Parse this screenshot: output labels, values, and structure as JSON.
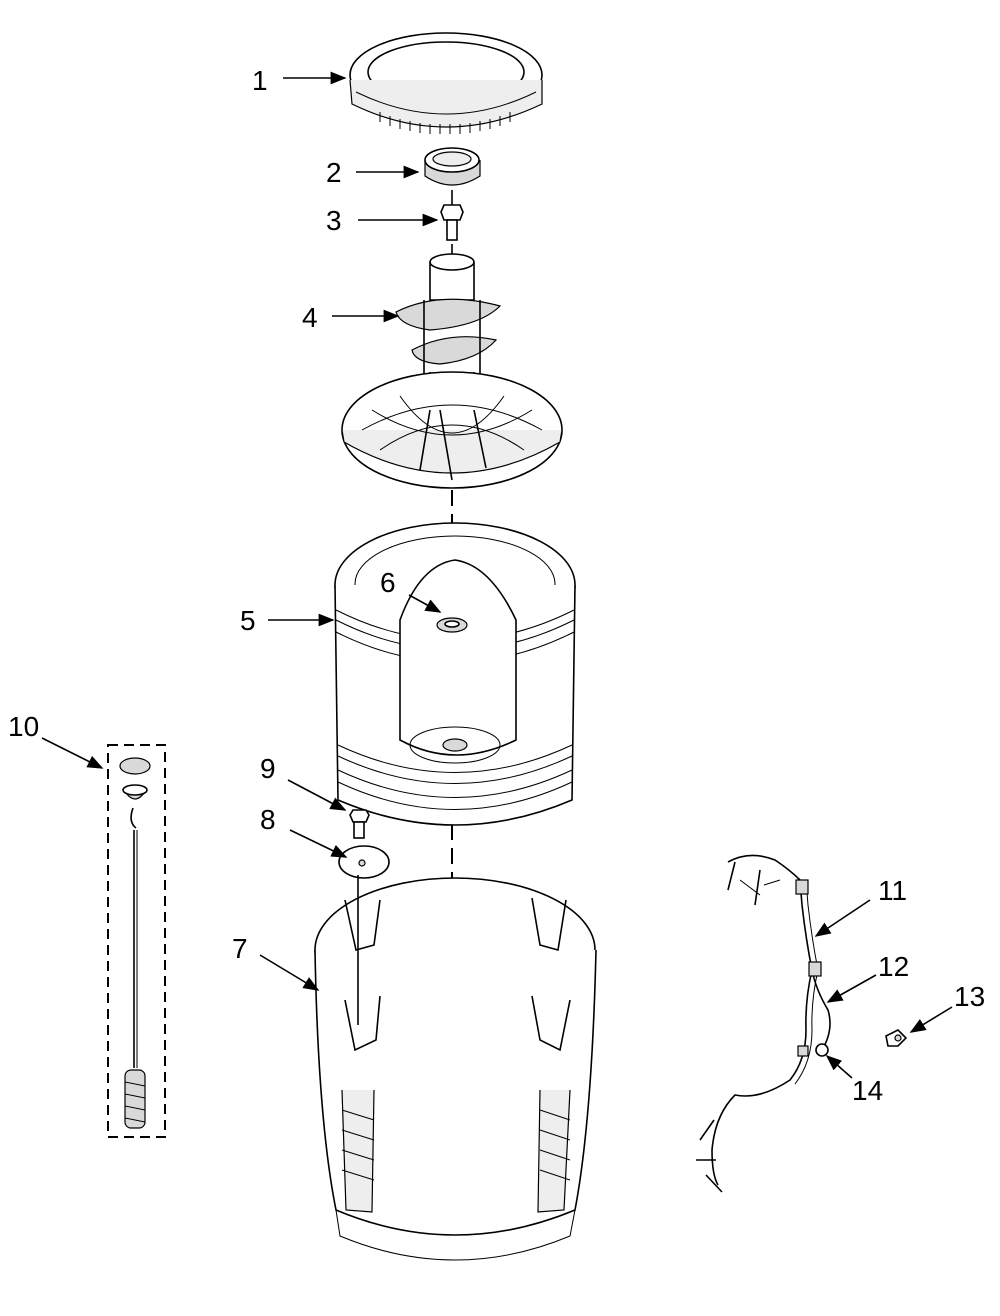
{
  "diagram": {
    "callouts": [
      {
        "id": "1",
        "label": "1"
      },
      {
        "id": "2",
        "label": "2"
      },
      {
        "id": "3",
        "label": "3"
      },
      {
        "id": "4",
        "label": "4"
      },
      {
        "id": "5",
        "label": "5"
      },
      {
        "id": "6",
        "label": "6"
      },
      {
        "id": "7",
        "label": "7"
      },
      {
        "id": "8",
        "label": "8"
      },
      {
        "id": "9",
        "label": "9"
      },
      {
        "id": "10",
        "label": "10"
      },
      {
        "id": "11",
        "label": "11"
      },
      {
        "id": "12",
        "label": "12"
      },
      {
        "id": "13",
        "label": "13"
      },
      {
        "id": "14",
        "label": "14"
      }
    ],
    "line_color": "#000000",
    "background": "#ffffff"
  }
}
